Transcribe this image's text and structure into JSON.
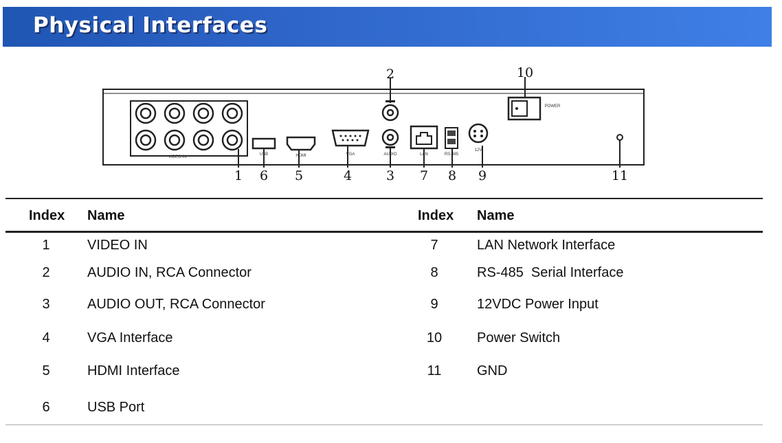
{
  "header": {
    "title": "Physical Interfaces"
  },
  "diagram": {
    "callouts": [
      "1",
      "2",
      "3",
      "4",
      "5",
      "6",
      "7",
      "8",
      "9",
      "10",
      "11"
    ],
    "port_labels": {
      "video_in": "VIDEO IN",
      "usb": "USB",
      "hdmi": "HDMI",
      "vga": "VGA",
      "audio": "AUDIO",
      "lan": "LAN",
      "rs485": "RS-485",
      "power_in": "12V",
      "power_switch": "POWER"
    }
  },
  "table": {
    "headers": {
      "index": "Index",
      "name": "Name"
    },
    "left": [
      {
        "index": "1",
        "name": "VIDEO IN"
      },
      {
        "index": "2",
        "name": "AUDIO IN, RCA Connector"
      },
      {
        "index": "3",
        "name": "AUDIO OUT, RCA Connector"
      },
      {
        "index": "4",
        "name": "VGA Interface"
      },
      {
        "index": "5",
        "name": "HDMI Interface"
      },
      {
        "index": "6",
        "name": "USB Port"
      }
    ],
    "right": [
      {
        "index": "7",
        "name": "LAN Network Interface"
      },
      {
        "index": "8",
        "name": "RS-485  Serial Interface"
      },
      {
        "index": "9",
        "name": "12VDC Power Input"
      },
      {
        "index": "10",
        "name": "Power Switch"
      },
      {
        "index": "11",
        "name": "GND"
      }
    ]
  }
}
